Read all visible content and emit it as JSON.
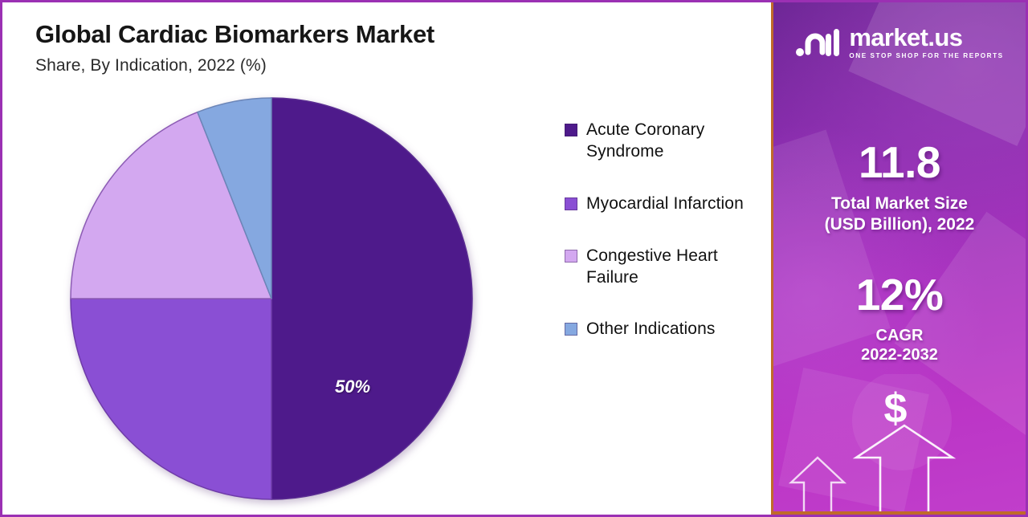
{
  "chart_data": {
    "type": "pie",
    "title": "Global Cardiac Biomarkers Market",
    "subtitle": "Share, By Indication, 2022 (%)",
    "unit": "%",
    "legend_position": "right",
    "categories": [
      "Acute Coronary Syndrome",
      "Myocardial Infarction",
      "Congestive Heart Failure",
      "Other Indications"
    ],
    "values": [
      50,
      25,
      19,
      6
    ],
    "colors": [
      "#4E1A8B",
      "#8A4FD4",
      "#D3A8F0",
      "#85A8E0"
    ],
    "visible_labels": [
      {
        "slice": "Acute Coronary Syndrome",
        "text": "50%"
      }
    ]
  },
  "chart": {
    "title": "Global Cardiac Biomarkers Market",
    "subtitle": "Share, By Indication, 2022 (%)",
    "slice_label": "50%",
    "legend": [
      {
        "label": "Acute Coronary Syndrome",
        "color": "#4E1A8B",
        "value": 50
      },
      {
        "label": "Myocardial Infarction",
        "color": "#8A4FD4",
        "value": 25
      },
      {
        "label": "Congestive Heart Failure",
        "color": "#D3A8F0",
        "value": 19
      },
      {
        "label": "Other Indications",
        "color": "#85A8E0",
        "value": 6
      }
    ]
  },
  "sidebar": {
    "logo": {
      "wordmark": "market.us",
      "tagline": "ONE STOP SHOP FOR THE REPORTS",
      "mark_icon": "market-us-bars-icon"
    },
    "stats": [
      {
        "value": "11.8",
        "caption_line_1": "Total Market Size",
        "caption_line_2": "(USD Billion), 2022"
      },
      {
        "value": "12%",
        "caption_line_1": "CAGR",
        "caption_line_2": "2022-2032"
      }
    ],
    "graphic": {
      "dollar_symbol": "$",
      "arrow_icon": "up-arrow-outline-icon"
    }
  },
  "theme": {
    "border_color": "#9B30B3",
    "sidebar_accent": "#C06A2A",
    "text_color": "#111111"
  }
}
